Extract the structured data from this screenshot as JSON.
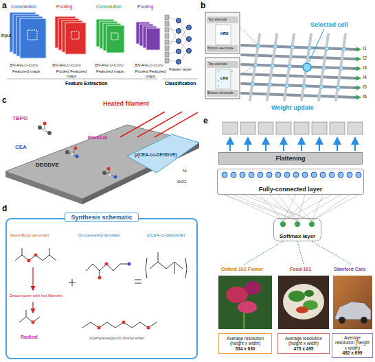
{
  "diagram": {
    "nodes": [
      {
        "text": [
          "Synthesis schematic"
        ]
      },
      {
        "text": [
          "Flattening"
        ]
      },
      {
        "text": [
          "Fully-connected layer"
        ]
      },
      {
        "text": [
          "Softmax layer"
        ]
      },
      {
        "text": [
          "Average resolution (height x width)",
          "534 x 630"
        ]
      },
      {
        "text": [
          "Average resolution (height x width)",
          "475 x 495"
        ]
      },
      {
        "text": [
          "Average resolution (height x width)",
          "482 x 699"
        ]
      }
    ],
    "labels": [
      "a",
      "Convolution",
      "Pooling",
      "Convolution",
      "Pooling",
      "input",
      "BN-ReLU-Conv",
      "BN-ReLU-Conv",
      "BN-ReLU-Conv",
      "BN-ReLU-Conv",
      "Featured maps",
      "Pooled Featured maps",
      "Featured maps",
      "Pooled Featured maps",
      "Flatten layer",
      "Feature Extraction",
      "Classification",
      "b",
      "Top eletrode",
      "HRS",
      "Bottom electrode",
      "Top eletrode",
      "LRS",
      "Bottom electrode",
      "Selected cell",
      "I1",
      "I2",
      "I3",
      "I4",
      "I5",
      "I6",
      "Weight update",
      "c",
      "Heated filament",
      "TBPO",
      "Radical",
      "CEA",
      "DEGDVE",
      "p(CEA-co-DEGDVE)",
      "Ni",
      "SiO2",
      "d",
      "di(tert-Butyl peroxide)",
      "(2-cyanoethyl acrylate)",
      "p(CEA-co-DEGDVE)",
      "Decompose with hot filament",
      "Radical",
      "di(ethyleneglycol) divinyl ether",
      "e",
      "Oxford 102 Flower",
      "Food-101",
      "Stanford Cars"
    ]
  }
}
